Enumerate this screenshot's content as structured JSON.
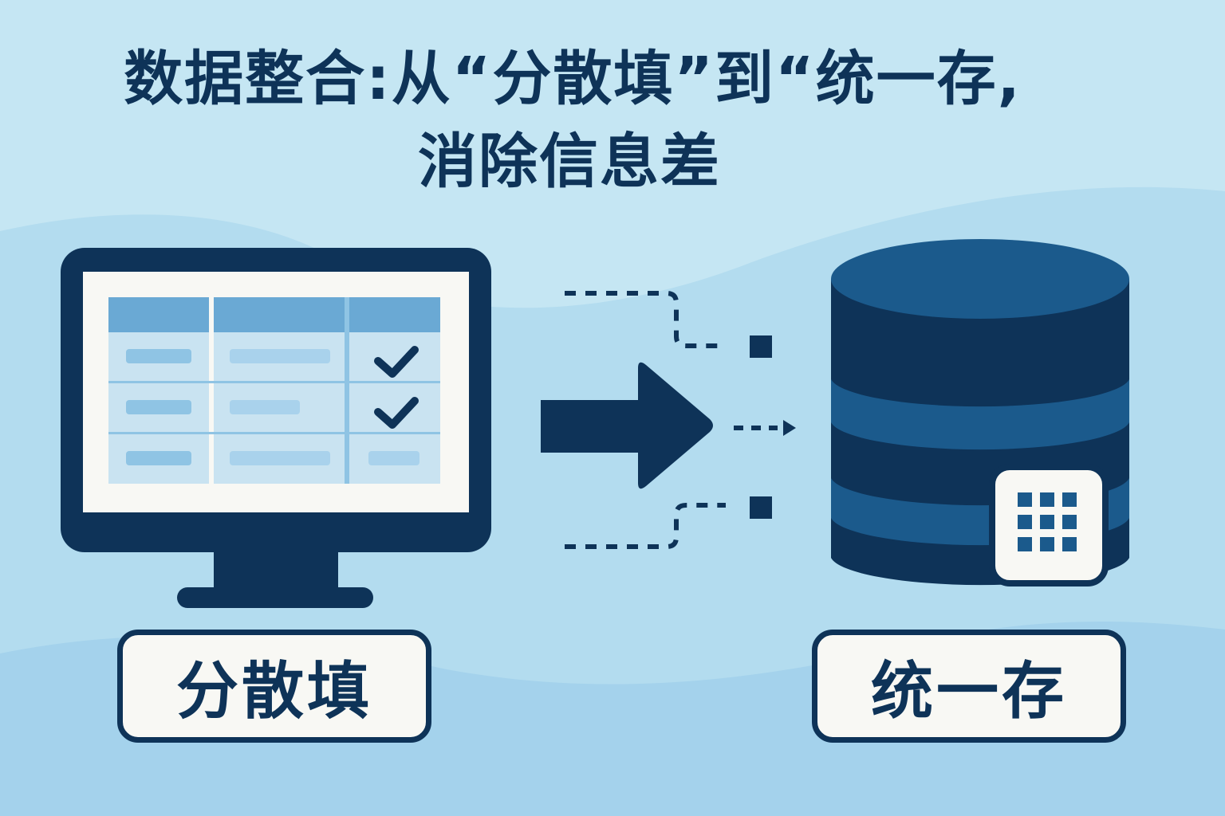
{
  "title": {
    "line1": "数据整合:从“分散填”到“统一存,",
    "line2": "消除信息差"
  },
  "left_label": "分散填",
  "right_label": "统一存",
  "icons": {
    "left": "computer-monitor-spreadsheet-icon",
    "center": "right-arrow-icon",
    "right": "database-grid-icon",
    "checkmark": "checkmark-icon"
  },
  "colors": {
    "background": "#c5e6f3",
    "navy": "#0e3358",
    "mid_blue": "#1b5a8c",
    "screen": "#f8f8f4",
    "table_header": "#6aa9d4",
    "table_cell": "#c9e3f1",
    "table_bar": "#8fc4e4"
  }
}
